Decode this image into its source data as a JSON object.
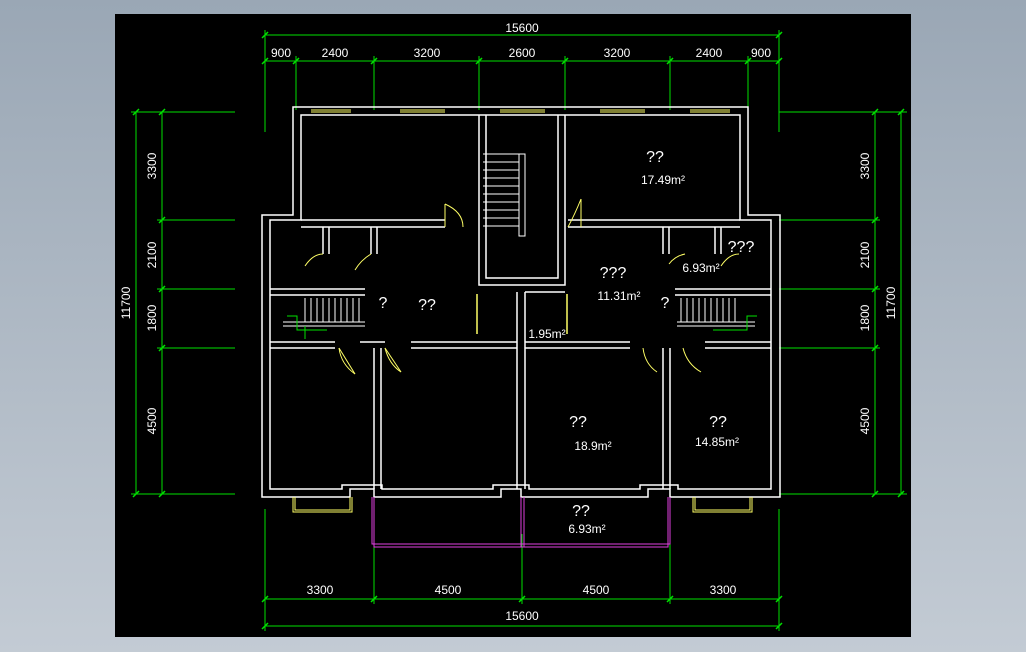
{
  "colors": {
    "background": "#000000",
    "walls": "#ffffff",
    "dimensions": "#00e000",
    "doors": "#ffff66",
    "balcony": "#e040e0"
  },
  "dims": {
    "top_total": "15600",
    "top_segments": [
      "900",
      "2400",
      "3200",
      "2600",
      "3200",
      "2400",
      "900"
    ],
    "bottom_segments": [
      "3300",
      "4500",
      "4500",
      "3300"
    ],
    "bottom_total": "15600",
    "left_segments": [
      "3300",
      "2100",
      "1800",
      "4500"
    ],
    "left_total": "11700",
    "right_segments": [
      "3300",
      "2100",
      "1800",
      "4500"
    ],
    "right_total": "11700"
  },
  "rooms": [
    {
      "name": "??",
      "area": "17.49m²"
    },
    {
      "name": "???",
      "area": ""
    },
    {
      "name": "",
      "area": "6.93m²"
    },
    {
      "name": "???",
      "area": "11.31m²"
    },
    {
      "name": "??",
      "area": ""
    },
    {
      "name": "?",
      "area": ""
    },
    {
      "name": "?",
      "area": ""
    },
    {
      "name": "",
      "area": "1.95m²"
    },
    {
      "name": "??",
      "area": "18.9m²"
    },
    {
      "name": "??",
      "area": "14.85m²"
    },
    {
      "name": "??",
      "area": "6.93m²"
    }
  ]
}
